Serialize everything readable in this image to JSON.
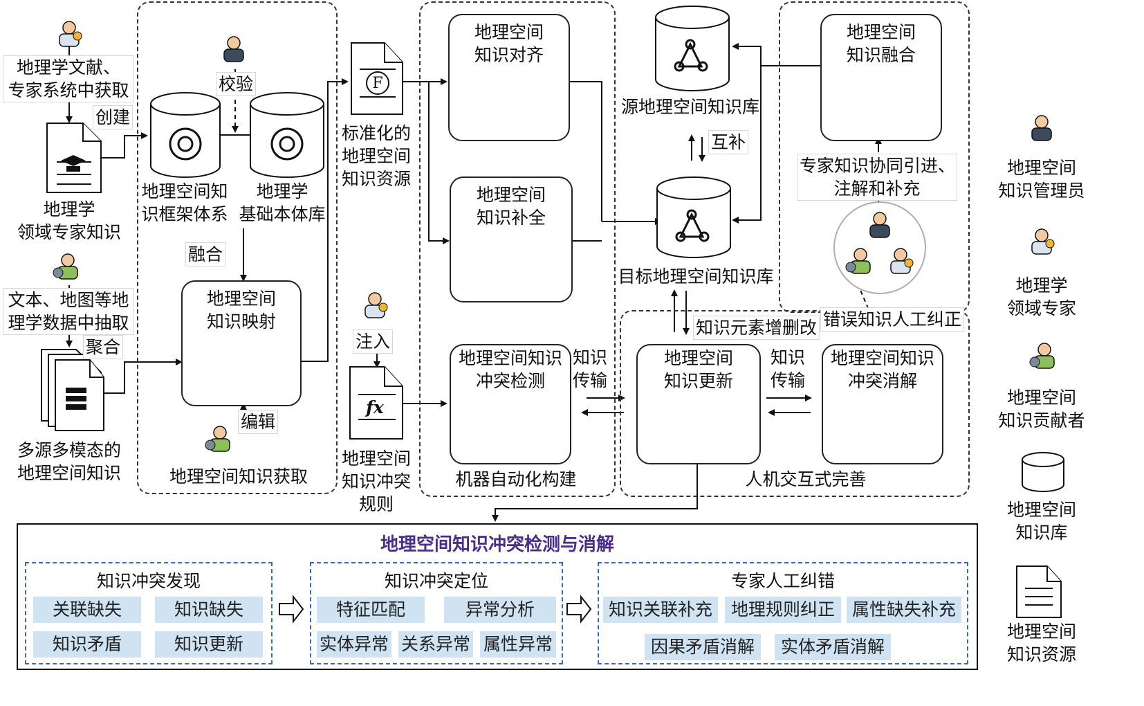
{
  "left": {
    "source1": [
      "地理学文献、",
      "专家系统中获取"
    ],
    "create": "创建",
    "domain_knowledge": [
      "地理学",
      "领域专家知识"
    ],
    "source2": [
      "文本、地图等地",
      "理学数据中抽取"
    ],
    "aggregate": "聚合",
    "multisource": [
      "多源多模态的",
      "地理空间知识"
    ]
  },
  "acquisition": {
    "check": "校验",
    "framework": [
      "地理空间知",
      "识框架体系"
    ],
    "ontology": [
      "地理学",
      "基础本体库"
    ],
    "fuse": "融合",
    "mapping_title": [
      "地理空间",
      "知识映射"
    ],
    "edit": "编辑",
    "footer": "地理空间知识获取"
  },
  "standard": {
    "resource": [
      "标准化的",
      "地理空间",
      "知识资源"
    ],
    "inject": "注入",
    "rules": [
      "地理空间",
      "知识冲突",
      "规则"
    ],
    "f_symbol": "F",
    "fx_symbol": "fx"
  },
  "machine": {
    "align": [
      "地理空间",
      "知识对齐"
    ],
    "complete": [
      "地理空间",
      "知识补全"
    ],
    "detect": [
      "地理空间知识",
      "冲突检测"
    ],
    "transmit1": [
      "知识",
      "传输"
    ],
    "footer": "机器自动化构建"
  },
  "kb": {
    "source_kb": "源地理空间知识库",
    "mutual": "互补",
    "target_kb": "目标地理空间知识库",
    "crud": "知识元素增删改"
  },
  "human": {
    "fusion": [
      "地理空间",
      "知识融合"
    ],
    "expert": [
      "专家知识协同引进、",
      "注解和补充"
    ],
    "correct": "错误知识人工纠正",
    "update": [
      "地理空间",
      "知识更新"
    ],
    "transmit2": [
      "知识",
      "传输"
    ],
    "resolve": [
      "地理空间知识",
      "冲突消解"
    ],
    "footer": "人机交互式完善"
  },
  "bottom": {
    "title": "地理空间知识冲突检测与消解",
    "discovery": {
      "title": "知识冲突发现",
      "items": [
        "关联缺失",
        "知识缺失",
        "知识矛盾",
        "知识更新"
      ]
    },
    "locate": {
      "title": "知识冲突定位",
      "items": [
        "特征匹配",
        "异常分析",
        "实体异常",
        "关系异常",
        "属性异常"
      ]
    },
    "manual": {
      "title": "专家人工纠错",
      "items": [
        "知识关联补充",
        "地理规则纠正",
        "属性缺失补充",
        "因果矛盾消解",
        "实体矛盾消解"
      ]
    }
  },
  "legend": [
    {
      "icon": "manager-icon",
      "label": [
        "地理空间",
        "知识管理员"
      ]
    },
    {
      "icon": "geo-expert-icon",
      "label": [
        "地理学",
        "领域专家"
      ]
    },
    {
      "icon": "contributor-icon",
      "label": [
        "地理空间",
        "知识贡献者"
      ]
    },
    {
      "icon": "database-icon",
      "label": [
        "地理空间",
        "知识库"
      ]
    },
    {
      "icon": "document-icon",
      "label": [
        "地理空间",
        "知识资源"
      ]
    }
  ],
  "colors": {
    "title_purple": "#4a2c8a",
    "chip_blue": "#cfe3f3",
    "dash_blue": "#3b6aa8"
  }
}
